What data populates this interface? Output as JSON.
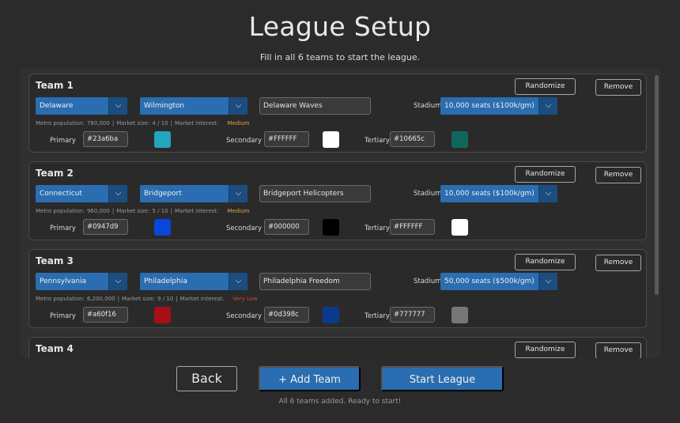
{
  "page": {
    "title": "League Setup",
    "subtitle": "Fill in all 6 teams to start the league.",
    "status": "All 6 teams added. Ready to start!"
  },
  "labels": {
    "randomize": "Randomize",
    "remove": "Remove",
    "stadium": "Stadium:",
    "primary": "Primary",
    "secondary": "Secondary",
    "tertiary": "Tertiary",
    "metro_prefix": "Metro population:",
    "market_size_prefix": "Market size:",
    "market_interest_prefix": "Market interest:",
    "sep": "|"
  },
  "teams": [
    {
      "title": "Team 1",
      "state": "Delaware",
      "city": "Wilmington",
      "name": "Delaware Waves",
      "stadium": "10,000 seats  ($100k/gm)",
      "metro_population": "780,000",
      "market_size": "4 / 10",
      "market_interest": "Medium",
      "interest_color": "#e0a63a",
      "primary_hex": "#23a6ba",
      "secondary_hex": "#FFFFFF",
      "tertiary_hex": "#10665c"
    },
    {
      "title": "Team 2",
      "state": "Connecticut",
      "city": "Bridgeport",
      "name": "Bridgeport Helicopters",
      "stadium": "10,000 seats  ($100k/gm)",
      "metro_population": "960,000",
      "market_size": "5 / 10",
      "market_interest": "Medium",
      "interest_color": "#e0a63a",
      "primary_hex": "#0947d9",
      "secondary_hex": "#000000",
      "tertiary_hex": "#FFFFFF"
    },
    {
      "title": "Team 3",
      "state": "Pennsylvania",
      "city": "Philadelphia",
      "name": "Philadelphia Freedom",
      "stadium": "50,000 seats  ($500k/gm)",
      "metro_population": "6,200,000",
      "market_size": "9 / 10",
      "market_interest": "Very Low",
      "interest_color": "#d9443a",
      "primary_hex": "#a60f16",
      "secondary_hex": "#0d398c",
      "tertiary_hex": "#777777"
    },
    {
      "title": "Team 4"
    }
  ],
  "footer": {
    "back": "Back",
    "add_team": "+ Add Team",
    "start_league": "Start League"
  },
  "icons": {
    "dropdown": "chevron-down-icon"
  }
}
